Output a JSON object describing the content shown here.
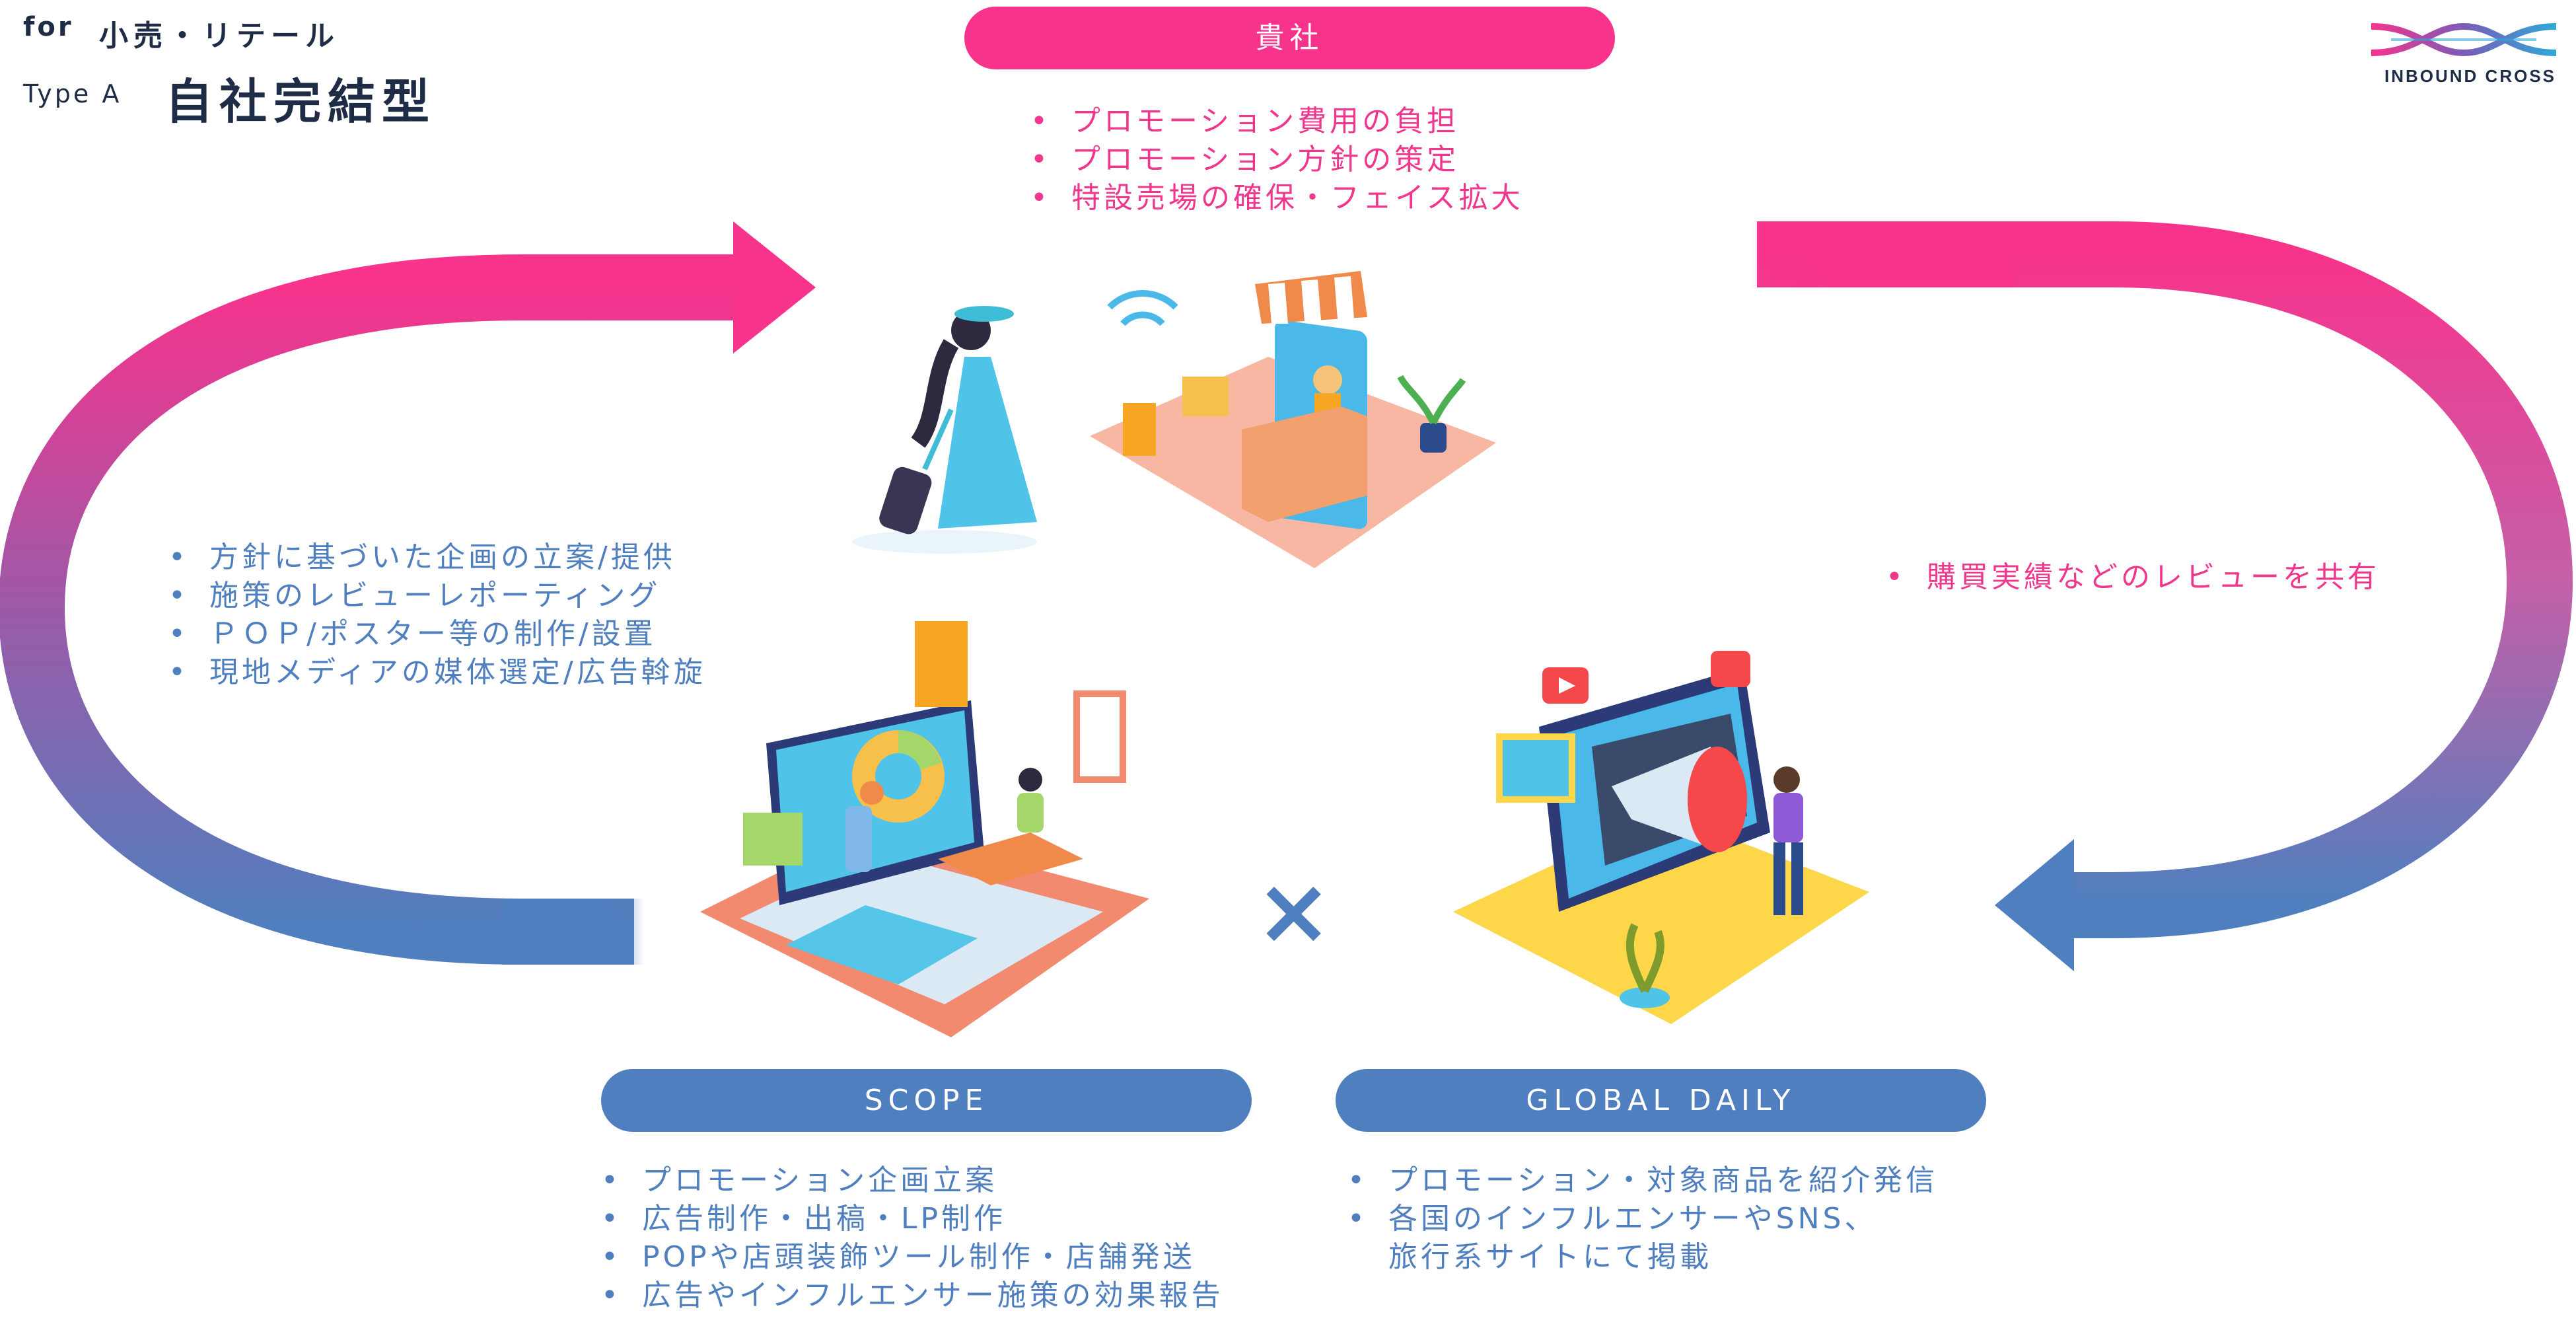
{
  "header": {
    "for_label": "for",
    "industry": "小売・リテール",
    "type_label": "Type A",
    "title": "自社完結型"
  },
  "logo": {
    "text": "INBOUND CROSS"
  },
  "company": {
    "label": "貴社",
    "items": [
      "プロモーション費用の負担",
      "プロモーション方針の策定",
      "特設売場の確保・フェイス拡大"
    ]
  },
  "scope_support": {
    "items": [
      "方針に基づいた企画の立案/提供",
      "施策のレビューレポーティング",
      "ＰＯＰ/ポスター等の制作/設置",
      "現地メディアの媒体選定/広告斡旋"
    ]
  },
  "review": {
    "items": [
      "購買実績などのレビューを共有"
    ]
  },
  "scope": {
    "label": "SCOPE",
    "items": [
      "プロモーション企画立案",
      "広告制作・出稿・LP制作",
      "POPや店頭装飾ツール制作・店舗発送",
      "広告やインフルエンサー施策の効果報告"
    ]
  },
  "global_daily": {
    "label": "GLOBAL DAILY",
    "items": [
      "プロモーション・対象商品を紹介発信",
      "各国のインフルエンサーやSNS、",
      "旅行系サイトにて掲載"
    ]
  },
  "cross_symbol": "×",
  "colors": {
    "pink": "#f7338c",
    "blue": "#4f7fbe",
    "navy": "#1e2d45"
  },
  "icons": [
    "traveler-illustration",
    "shop-illustration",
    "analytics-illustration",
    "megaphone-illustration",
    "logo-mark-icon"
  ]
}
